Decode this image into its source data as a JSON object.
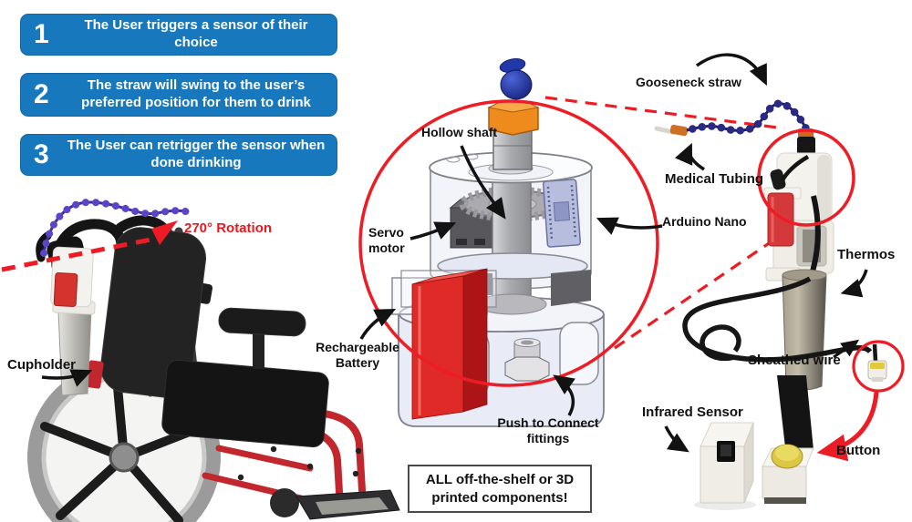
{
  "steps": [
    {
      "number": "1",
      "text": "The User triggers a sensor of their choice"
    },
    {
      "number": "2",
      "text": "The straw will swing to the user’s preferred position for them to drink"
    },
    {
      "number": "3",
      "text": "The User can retrigger the sensor when done drinking"
    }
  ],
  "labels": {
    "rotation": "270° Rotation",
    "cupholder": "Cupholder",
    "hollow_shaft": "Hollow shaft",
    "servo_motor": "Servo motor",
    "arduino_nano": "Arduino Nano",
    "rechargeable_battery": "Rechargeable Battery",
    "push_to_connect": "Push to Connect fittings",
    "gooseneck_straw": "Gooseneck straw",
    "medical_tubing": "Medical Tubing",
    "thermos": "Thermos",
    "sheathed_wire": "Sheathed wire",
    "infrared_sensor": "Infrared Sensor",
    "button": "Button"
  },
  "note": "ALL off-the-shelf or 3D printed components!",
  "colors": {
    "step_box_blue": "#1878BE",
    "annotation_red": "#EC1C24",
    "battery_red": "#E02A27",
    "straw_purple": "#5A45C9",
    "straw_navy": "#2A2A85",
    "button_yellow": "#DCC645",
    "wheelchair_frame_red": "#C1272D"
  }
}
